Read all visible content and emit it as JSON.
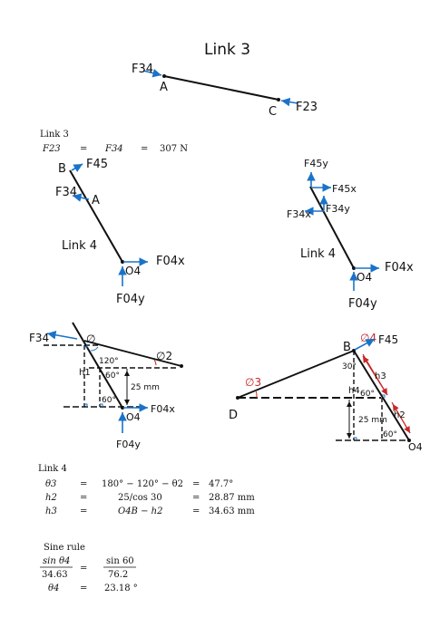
{
  "link3_diagram": {
    "title": "Link 3",
    "f34_label": "F34",
    "point_a": "A",
    "point_c": "C",
    "f23_label": "F23"
  },
  "link3_equation": {
    "heading": "Link 3",
    "lhs": "F23",
    "eq1": "=",
    "mid": "F34",
    "eq2": "=",
    "value": "307 N"
  },
  "link4_fbd_left": {
    "point_b": "B",
    "f45": "F45",
    "f34": "F34",
    "point_a": "A",
    "label": "Link 4",
    "o4": "O4",
    "f04x": "F04x",
    "f04y": "F04y"
  },
  "link4_fbd_right": {
    "f45y": "F45y",
    "f45x": "F45x",
    "f34y": "F34y",
    "f34x": "F34x",
    "label": "Link 4",
    "o4": "O4",
    "f04x": "F04x",
    "f04y": "F04y"
  },
  "geom_left": {
    "f34": "F34",
    "phi": "∅",
    "phi2": "∅2",
    "a120": "120°",
    "h1": "h1",
    "a60_upper": "60°",
    "dim": "25 mm",
    "a60_lower": "60°",
    "o4": "O4",
    "f04x": "F04x",
    "f04y": "F04y"
  },
  "geom_right": {
    "b": "B",
    "phi4": "∅4",
    "f45": "F45",
    "phi3": "∅3",
    "a30": "30°",
    "h3": "h3",
    "h4": "h4",
    "a60_mid": "60°",
    "h2": "h2",
    "d": "D",
    "dim": "25 mm",
    "a60_lower": "60°",
    "o4": "O4"
  },
  "link4_calc": {
    "heading": "Link 4",
    "rows": [
      {
        "lhs": "θ3",
        "eq": "=",
        "expr": "180° − 120° − θ2",
        "eq2": "=",
        "result": "47.7°"
      },
      {
        "lhs": "h2",
        "eq": "=",
        "expr": "25/cos 30",
        "eq2": "=",
        "result": "28.87 mm"
      },
      {
        "lhs": "h3",
        "eq": "=",
        "expr": "O4B − h2",
        "eq2": "=",
        "result": "34.63 mm"
      }
    ]
  },
  "sine_rule": {
    "heading": "Sine rule",
    "num_left": "sin θ4",
    "den_left": "34.63",
    "eq": "=",
    "num_right": "sin 60",
    "den_right": "76.2",
    "lhs2": "θ4",
    "eq2": "=",
    "result": "23.18 °"
  },
  "colors": {
    "force_arrow": "#1a73c8",
    "angle_mark": "#c62828",
    "ink": "#111111"
  }
}
